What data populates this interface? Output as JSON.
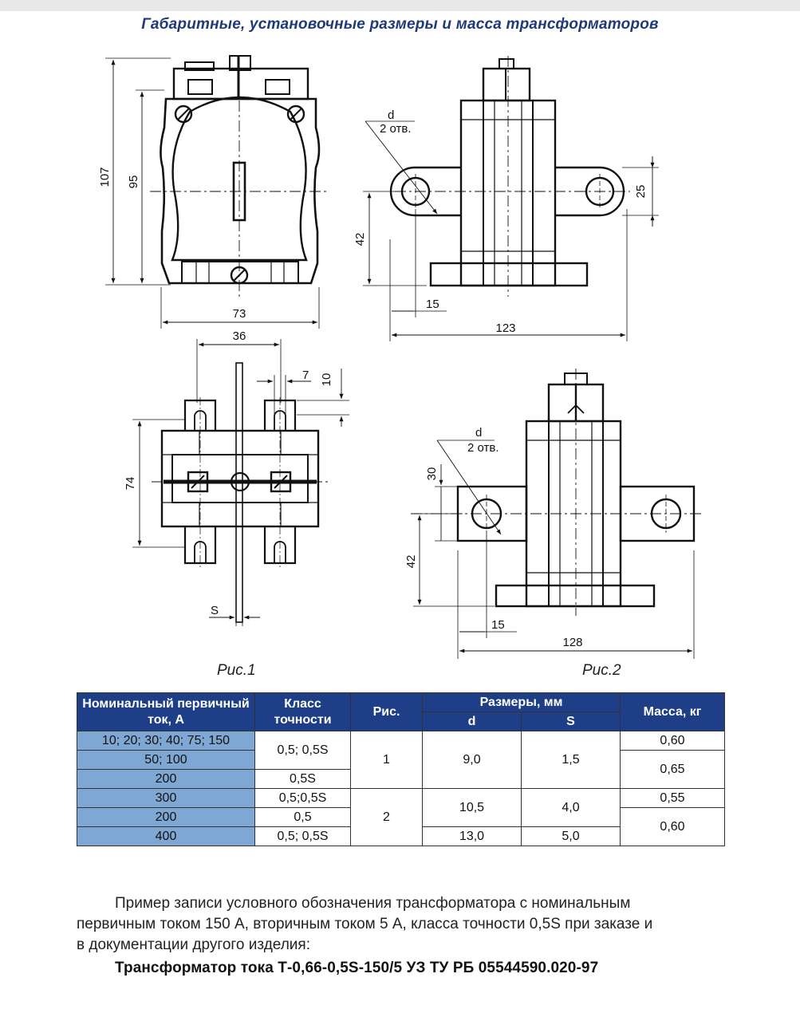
{
  "header": {
    "title": "Габаритные, установочные размеры и масса трансформаторов"
  },
  "drawing": {
    "fig1_front": {
      "dim_height_total": "107",
      "dim_height_body": "95",
      "dim_width": "73"
    },
    "fig1_side": {
      "label_d": "d",
      "label_holes": "2 отв.",
      "dim_hole_spacing": "25",
      "dim_height": "42",
      "dim_offset": "15",
      "dim_length": "123"
    },
    "fig1_top": {
      "dim_span": "36",
      "dim_slot": "7",
      "dim_slot_depth": "10",
      "dim_height": "74",
      "dim_s": "S"
    },
    "fig2_side": {
      "label_d": "d",
      "label_holes": "2 отв.",
      "dim_hole_spacing": "30",
      "dim_height": "42",
      "dim_offset": "15",
      "dim_length": "128"
    },
    "captions": {
      "fig1": "Рис.1",
      "fig2": "Рис.2"
    }
  },
  "table": {
    "headers": {
      "current": "Номинальный первичный ток, А",
      "class": "Класс точности",
      "fig": "Рис.",
      "dims": "Размеры, мм",
      "d": "d",
      "s": "S",
      "mass": "Масса, кг"
    },
    "rows": [
      {
        "current": "10; 20; 30; 40; 75; 150"
      },
      {
        "current": "50; 100"
      },
      {
        "current": "200"
      },
      {
        "current": "300"
      },
      {
        "current": "200"
      },
      {
        "current": "400"
      }
    ],
    "class_groups": [
      "0,5; 0,5S",
      "0,5S",
      "0,5;0,5S",
      "0,5",
      "0,5; 0,5S"
    ],
    "fig_groups": [
      "1",
      "2"
    ],
    "d_groups": [
      "9,0",
      "10,5",
      "13,0"
    ],
    "s_groups": [
      "1,5",
      "4,0",
      "5,0"
    ],
    "mass_groups": [
      "0,60",
      "0,65",
      "0,55",
      "0,60"
    ]
  },
  "note": {
    "line1": "Пример записи условного обозначения трансформатора с номинальным",
    "line2": "первичным током 150 А, вторичным током 5 А, класса точности 0,5S при заказе и",
    "line3": "в документации другого изделия:",
    "designation": "Трансформатор тока Т-0,66-0,5S-150/5 УЗ   ТУ РБ 05544590.020-97"
  }
}
